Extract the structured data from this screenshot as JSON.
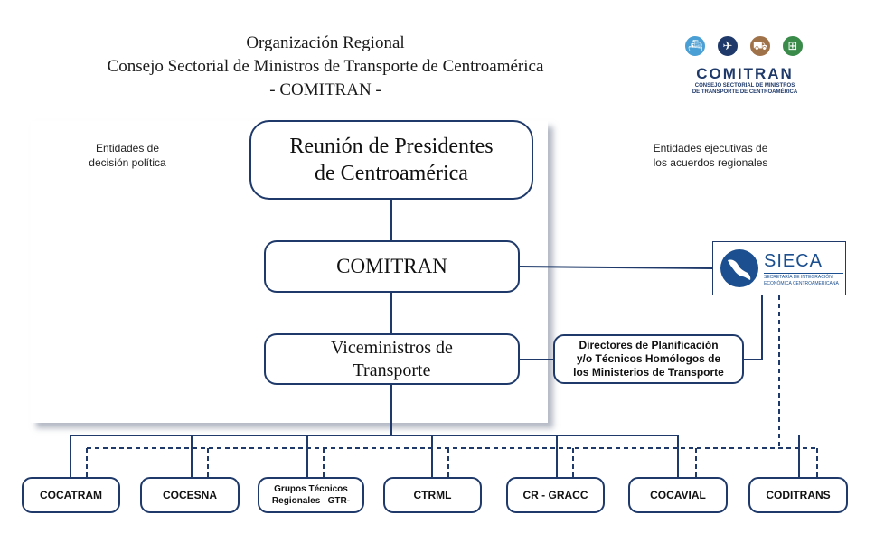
{
  "header": {
    "title_line1": "Organización Regional",
    "title_line2": "Consejo Sectorial de Ministros de Transporte de Centroamérica",
    "title_line3": "- COMITRAN -"
  },
  "labels": {
    "left_line1": "Entidades de",
    "left_line2": "decisión política",
    "right_line1": "Entidades ejecutivas de",
    "right_line2": "los acuerdos regionales"
  },
  "logo": {
    "name": "COMITRAN",
    "subtitle_line1": "CONSEJO SECTORIAL DE MINISTROS",
    "subtitle_line2": "DE TRANSPORTE DE CENTROAMÉRICA",
    "icons": [
      "ship-icon",
      "plane-icon",
      "truck-icon",
      "train-icon"
    ],
    "colors": [
      "#4a9fd4",
      "#1f3a6a",
      "#a0724a",
      "#3a8a4a"
    ]
  },
  "nodes": {
    "presidents_line1": "Reunión de Presidentes",
    "presidents_line2": "de Centroamérica",
    "comitran": "COMITRAN",
    "vice_line1": "Viceministros de",
    "vice_line2": "Transporte",
    "directors_line1": "Directores de Planificación",
    "directors_line2": "y/o Técnicos Homólogos de",
    "directors_line3": "los Ministerios de Transporte",
    "sieca_name": "SIECA",
    "sieca_sub_line1": "SECRETARÍA DE INTEGRACIÓN",
    "sieca_sub_line2": "ECONÓMICA CENTROAMERICANA"
  },
  "leaves": {
    "cocatram": "COCATRAM",
    "cocesna": "COCESNA",
    "gtr_line1": "Grupos Técnicos",
    "gtr_line2": "Regionales –GTR-",
    "ctrml": "CTRML",
    "cr_gracc": "CR - GRACC",
    "cocavial": "COCAVIAL",
    "coditrans": "CODITRANS"
  },
  "colors": {
    "line": "#1f3a6a",
    "sieca_blue": "#1b4f8f"
  }
}
